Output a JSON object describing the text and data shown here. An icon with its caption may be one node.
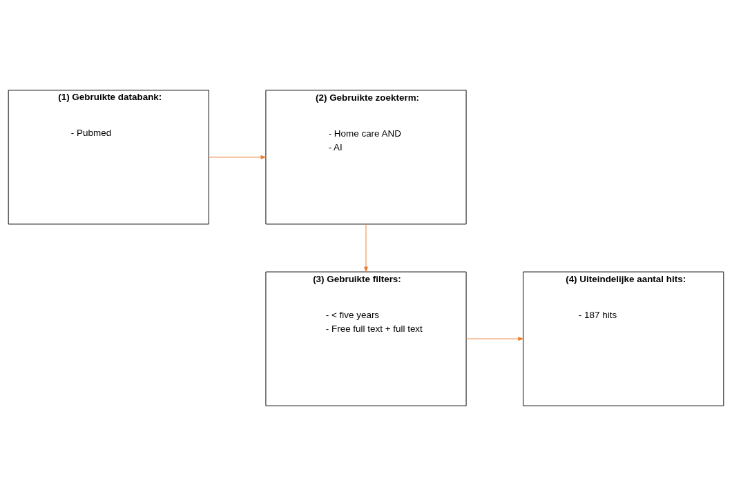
{
  "diagram": {
    "nodes": [
      {
        "text": [
          "(1) Gebruikte databank:",
          "- Pubmed"
        ]
      },
      {
        "text": [
          "(2) Gebruikte zoekterm:",
          "- Home care AND",
          "- AI"
        ]
      },
      {
        "text": [
          "(3) Gebruikte filters:",
          "- < five years",
          "- Free full text + full text"
        ]
      },
      {
        "text": [
          "(4) Uiteindelijke aantal hits:",
          "- 187 hits"
        ]
      }
    ],
    "edges": [
      {
        "from": 0,
        "to": 1,
        "arrow": "to",
        "color": "#ed7d31"
      },
      {
        "from": 1,
        "to": 2,
        "arrow": "to",
        "color": "#ed7d31"
      },
      {
        "from": 2,
        "to": 3,
        "arrow": "to",
        "color": "#ed7d31"
      }
    ]
  }
}
